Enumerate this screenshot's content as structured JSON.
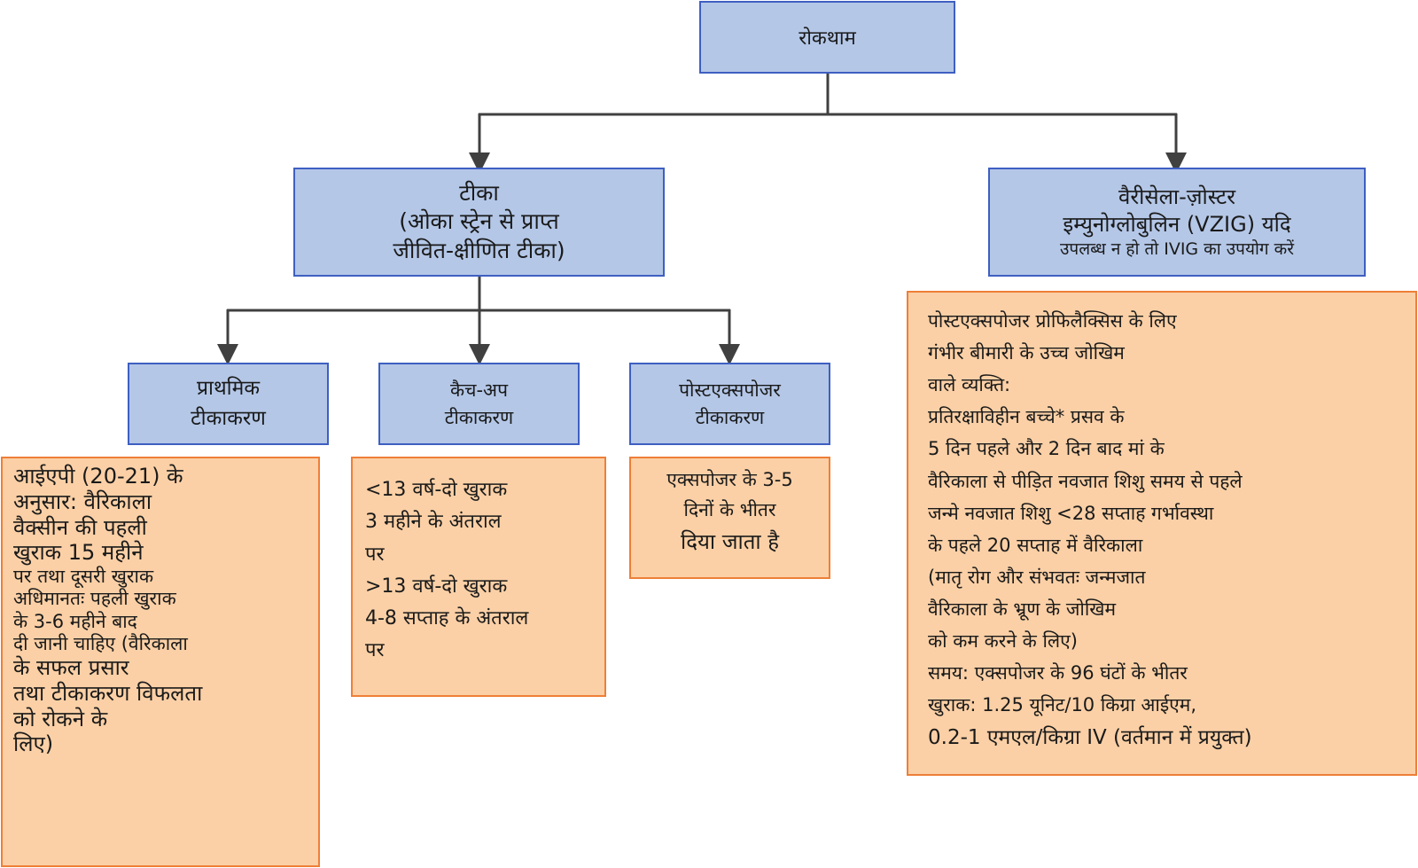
{
  "colors": {
    "blue_fill": "#b4c7e7",
    "blue_border": "#3e5fc1",
    "orange_fill": "#fbd0a6",
    "orange_border": "#ee7f38",
    "connector": "#404040"
  },
  "nodes": {
    "root": {
      "lines": [
        "रोकथाम"
      ]
    },
    "vaccine": {
      "lines": [
        "टीका",
        "(ओका स्ट्रेन से प्राप्त",
        "जीवित-क्षीणित टीका)"
      ]
    },
    "vzig": {
      "lines": [
        "वैरीसेला-ज़ोस्टर",
        "इम्युनोग्लोबुलिन (VZIG) यदि",
        "उपलब्ध न हो तो IVIG का उपयोग करें"
      ]
    },
    "primary": {
      "lines": [
        "प्राथमिक",
        "टीकाकरण"
      ]
    },
    "catchup": {
      "lines": [
        "कैच-अप",
        "टीकाकरण"
      ]
    },
    "postexposure": {
      "lines": [
        "पोस्टएक्सपोजर",
        "टीकाकरण"
      ]
    }
  },
  "details": {
    "primary": [
      "आईएपी (20-21) के",
      "अनुसार: वैरिकाला",
      "वैक्सीन की पहली",
      "खुराक 15 महीने",
      "पर तथा दूसरी खुराक",
      "अधिमानतः पहली खुराक",
      "के 3-6 महीने बाद",
      "दी जानी चाहिए (वैरिकाला",
      "के सफल प्रसार",
      "तथा टीकाकरण विफलता",
      "को रोकने के",
      "लिए)"
    ],
    "catchup": [
      "<13 वर्ष-दो खुराक",
      "3 महीने के अंतराल",
      "पर",
      ">13 वर्ष-दो खुराक",
      "4-8 सप्ताह के अंतराल",
      "पर"
    ],
    "postexposure": [
      "एक्सपोजर के 3-5",
      "दिनों के भीतर",
      "दिया जाता है"
    ],
    "vzig": [
      "पोस्टएक्सपोजर प्रोफिलैक्सिस के लिए",
      "गंभीर बीमारी के उच्च जोखिम",
      "वाले व्यक्ति:",
      "प्रतिरक्षाविहीन बच्चे* प्रसव के",
      "5 दिन पहले और 2 दिन बाद मां के",
      "वैरिकाला से पीड़ित नवजात शिशु समय से पहले",
      "जन्मे नवजात शिशु <28 सप्ताह गर्भावस्था",
      "के पहले 20 सप्ताह में वैरिकाला",
      "(मातृ रोग और संभवतः जन्मजात",
      "वैरिकाला के भ्रूण के जोखिम",
      "को कम करने के लिए)",
      "समय: एक्सपोजर के 96 घंटों के भीतर",
      "खुराक: 1.25 यूनिट/10 किग्रा आईएम,",
      "0.2-1 एमएल/किग्रा IV (वर्तमान में प्रयुक्त)"
    ]
  }
}
